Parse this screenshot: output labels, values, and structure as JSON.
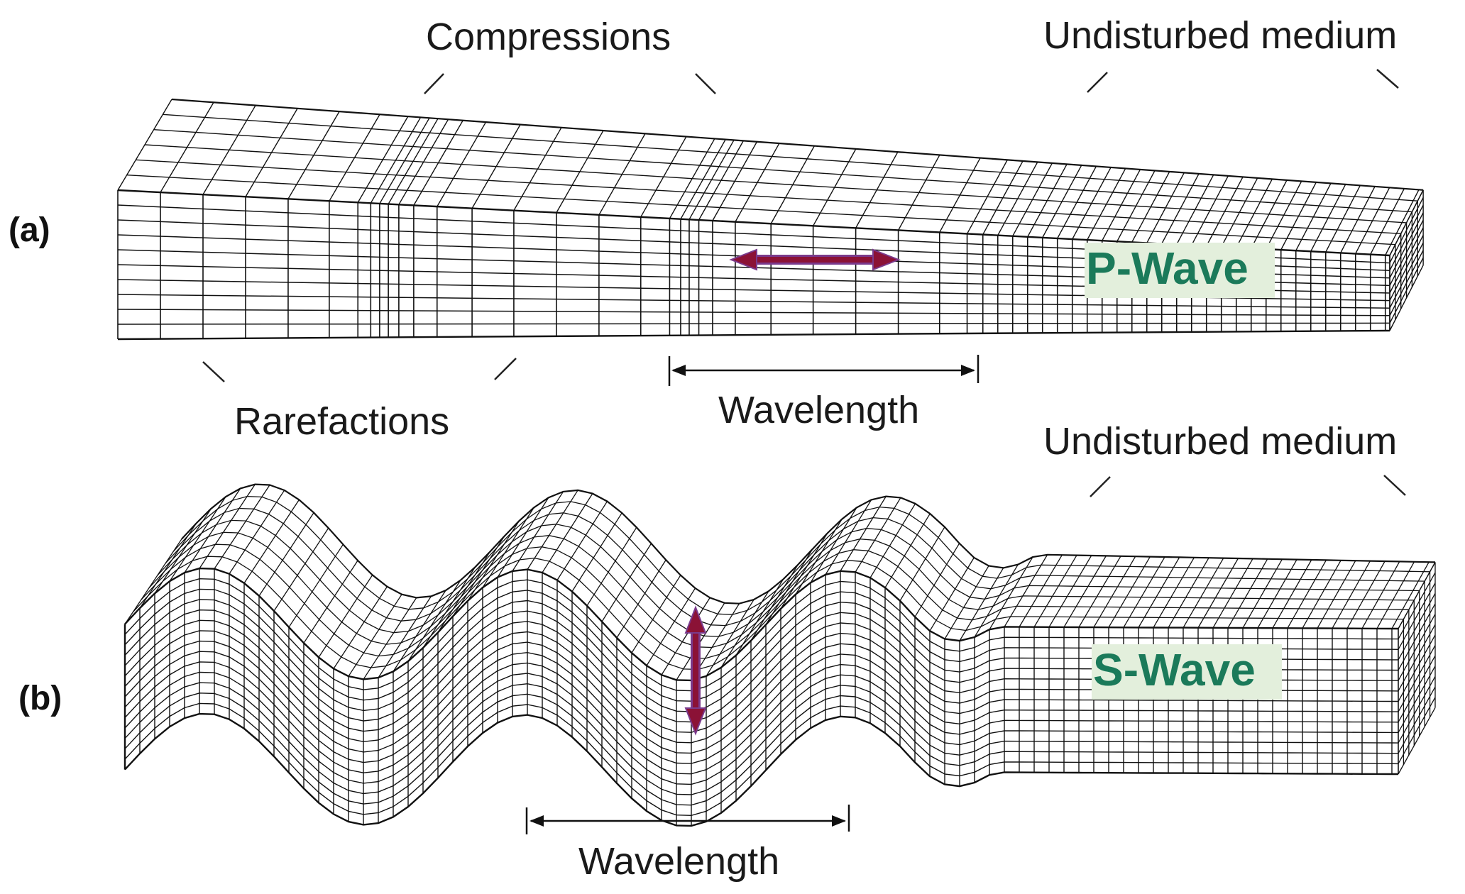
{
  "panel_a": {
    "panel_label": "(a)",
    "compressions_label": "Compressions",
    "undisturbed_label": "Undisturbed medium",
    "rarefactions_label": "Rarefactions",
    "wavelength_label": "Wavelength",
    "wave_name": "P-Wave"
  },
  "panel_b": {
    "panel_label": "(b)",
    "undisturbed_label": "Undisturbed medium",
    "wavelength_label": "Wavelength",
    "wave_name": "S-Wave"
  },
  "colors": {
    "wave_name_text": "#1b7a5a",
    "wave_name_bg": "#e3efdc",
    "motion_arrow": "#8b1236",
    "motion_arrow_outline": "#7a3a8c"
  },
  "icons": {
    "motion_a": "double-headed-horizontal-arrow",
    "motion_b": "double-headed-vertical-arrow",
    "wavelength": "double-headed-dimension-arrow"
  }
}
